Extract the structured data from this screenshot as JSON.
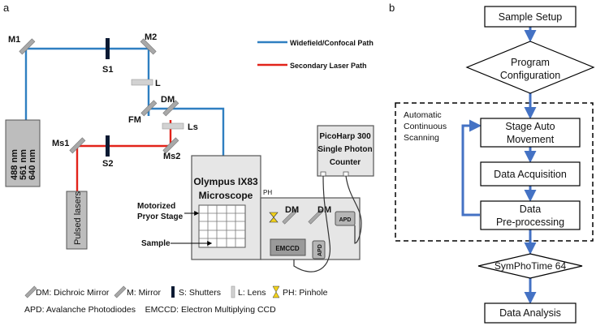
{
  "panel_a": {
    "label": "a",
    "mirrors": {
      "m1": "M1",
      "m2": "M2",
      "ms1": "Ms1",
      "ms2": "Ms2",
      "fm": "FM",
      "dm": "DM"
    },
    "shutters": {
      "s1": "S1",
      "s2": "S2"
    },
    "lens_l": "L",
    "lens_ls": "Ls",
    "laser_box": {
      "line1": "488 nm",
      "line2": "561 nm",
      "line3": "640 nm"
    },
    "pulsed_lasers": "Pulsed lasers",
    "legend": {
      "blue_path": "Widefield/Confocal Path",
      "red_path": "Secondary Laser Path",
      "blue_color": "#2f7fc1",
      "red_color": "#e2231a"
    },
    "microscope": {
      "line1": "Olympus IX83",
      "line2": "Microscope"
    },
    "stage_label": {
      "line1": "Motorized",
      "line2": "Pryor Stage"
    },
    "sample_label": "Sample",
    "picoharp": {
      "line1": "PicoHarp 300",
      "line2": "Single Photon",
      "line3": "Counter"
    },
    "detection": {
      "ph": "PH",
      "dm1": "DM",
      "dm2": "DM",
      "apd1": "APD",
      "apd2": "APD",
      "emccd": "EMCCD"
    },
    "key": {
      "row1": [
        "DM: Dichroic Mirror",
        "M: Mirror",
        "S: Shutters",
        "L: Lens",
        "PH: Pinhole"
      ],
      "row2": "APD: Avalanche Photodiodes    EMCCD: Electron Multiplying CCD"
    }
  },
  "panel_b": {
    "label": "b",
    "steps": {
      "sample_setup": "Sample Setup",
      "program_config": {
        "line1": "Program",
        "line2": "Configuration"
      },
      "stage_movement": {
        "line1": "Stage Auto",
        "line2": "Movement"
      },
      "data_acquisition": "Data Acquisition",
      "preprocessing": {
        "line1": "Data",
        "line2": "Pre-processing"
      },
      "symphotime": "SymPhoTime 64",
      "data_analysis": "Data Analysis"
    },
    "loop_label": {
      "line1": "Automatic",
      "line2": "Continuous",
      "line3": "Scanning"
    },
    "arrow_color": "#4472c4"
  }
}
